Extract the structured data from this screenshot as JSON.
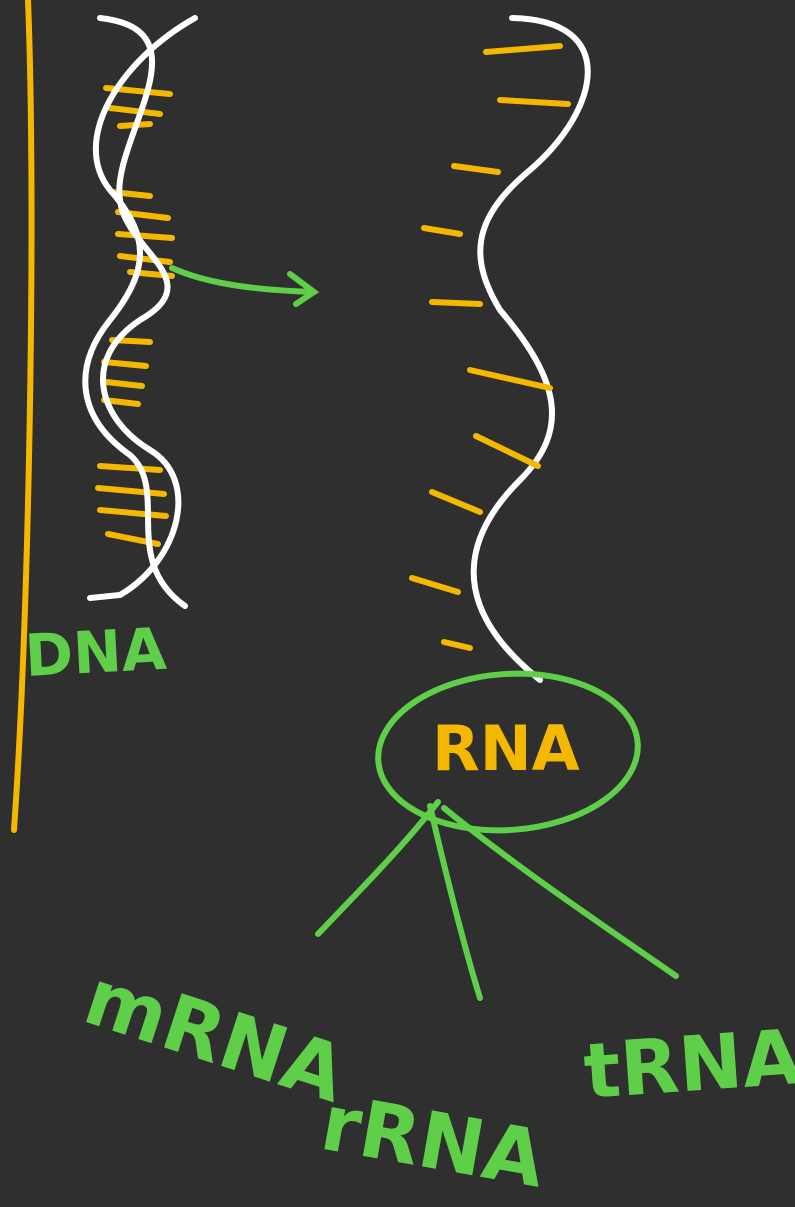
{
  "colors": {
    "background": "#2f2f2f",
    "margin_line": "#f5b800",
    "strand": "#ffffff",
    "base": "#f5b800",
    "annotation": "#5fcf4a"
  },
  "labels": {
    "dna": "DNA",
    "rna": "RNA",
    "mrna": "mRNA",
    "rrna": "rRNA",
    "trna": "tRNA"
  }
}
